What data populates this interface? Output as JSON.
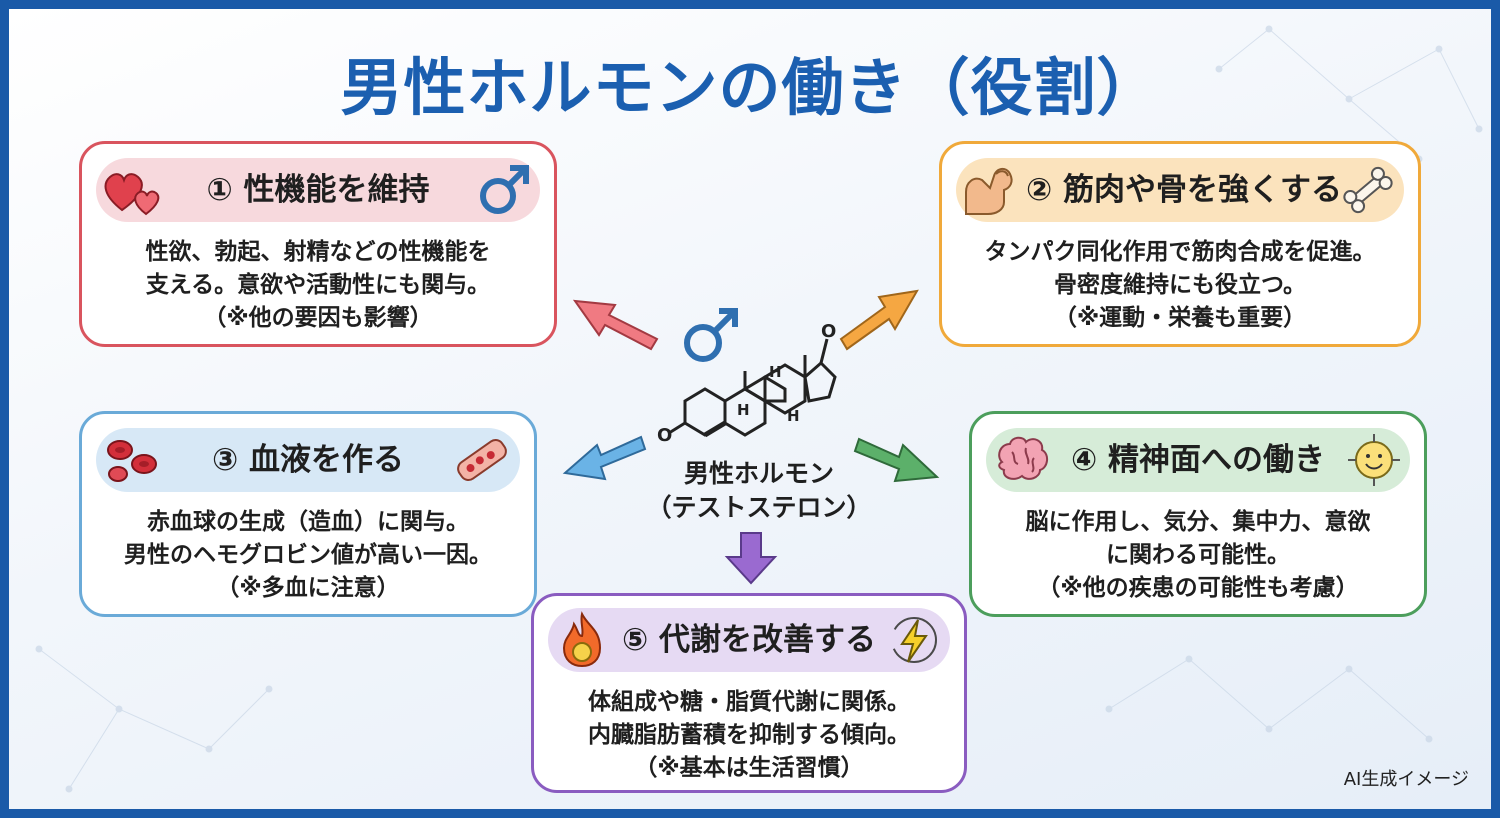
{
  "title": "男性ホルモンの働き（役割）",
  "center": {
    "line1": "男性ホルモン",
    "line2": "（テストステロン）",
    "molecule_labels": [
      "H",
      "H",
      "H",
      "O",
      "O"
    ]
  },
  "cards": [
    {
      "heading": "① 性機能を維持",
      "lines": [
        "性欲、勃起、射精などの性機能を",
        "支える。意欲や活動性にも関与。",
        "（※他の要因も影響）"
      ],
      "color": "#d9545e",
      "head_bg": "#f7d9dd",
      "icons": [
        "hearts-icon",
        "male-symbol-icon"
      ]
    },
    {
      "heading": "② 筋肉や骨を強くする",
      "lines": [
        "タンパク同化作用で筋肉合成を促進。",
        "骨密度維持にも役立つ。",
        "（※運動・栄養も重要）"
      ],
      "color": "#f0a93a",
      "head_bg": "#fbe3bd",
      "icons": [
        "flexed-arm-icon",
        "bone-icon"
      ]
    },
    {
      "heading": "③ 血液を作る",
      "lines": [
        "赤血球の生成（造血）に関与。",
        "男性のヘモグロビン値が高い一因。",
        "（※多血に注意）"
      ],
      "color": "#6aaad8",
      "head_bg": "#d7e8f6",
      "icons": [
        "blood-cells-icon",
        "blood-vessel-icon"
      ]
    },
    {
      "heading": "④ 精神面への働き",
      "lines": [
        "脳に作用し、気分、集中力、意欲",
        "に関わる可能性。",
        "（※他の疾患の可能性も考慮）"
      ],
      "color": "#4c9e5c",
      "head_bg": "#d6ecd8",
      "icons": [
        "brain-icon",
        "smiley-target-icon"
      ]
    },
    {
      "heading": "⑤ 代謝を改善する",
      "lines": [
        "体組成や糖・脂質代謝に関係。",
        "内臓脂肪蓄積を抑制する傾向。",
        "（※基本は生活習慣）"
      ],
      "color": "#8a5cc0",
      "head_bg": "#e6daf3",
      "icons": [
        "flame-icon",
        "lightning-icon"
      ]
    }
  ],
  "footer_note": "AI生成イメージ"
}
